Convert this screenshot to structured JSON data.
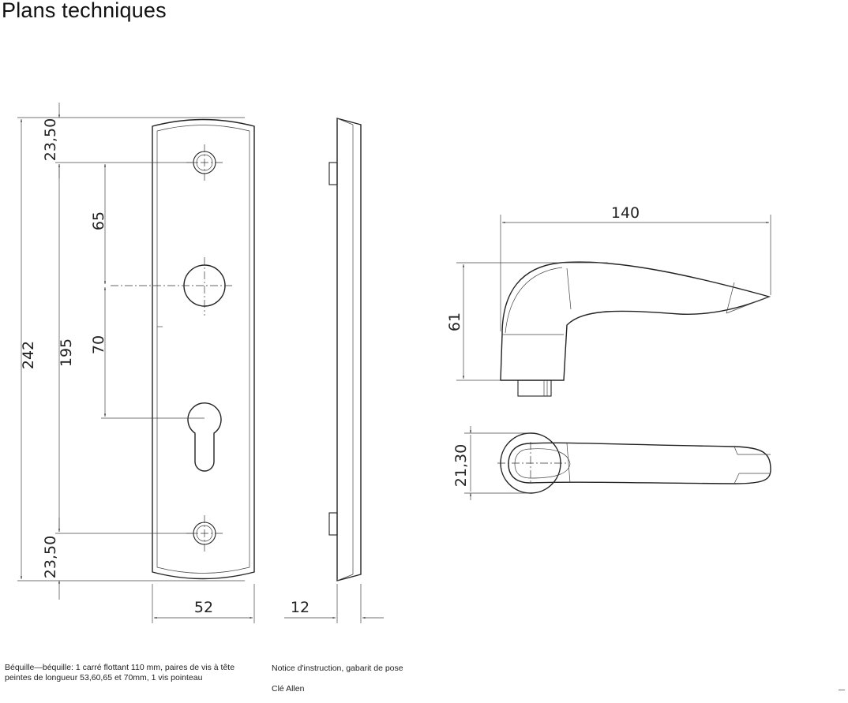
{
  "page": {
    "title": "Plans techniques"
  },
  "dimensions": {
    "top_screw": "23,50",
    "spacing_upper": "65",
    "spacing_lower": "70",
    "screw_distance": "195",
    "total_height": "242",
    "bottom_screw": "23,50",
    "plate_width": "52",
    "plate_thickness": "12",
    "handle_length": "140",
    "handle_height": "61",
    "rose_width": "21,30"
  },
  "notes": {
    "contents_line1": "Béquille—béquille: 1 carré flottant 110 mm,  paires de vis à tête",
    "contents_line2": "peintes de longueur 53,60,65 et 70mm,  1 vis pointeau",
    "instructions": "Notice d'instruction, gabarit de pose",
    "key": "Clé Allen"
  }
}
